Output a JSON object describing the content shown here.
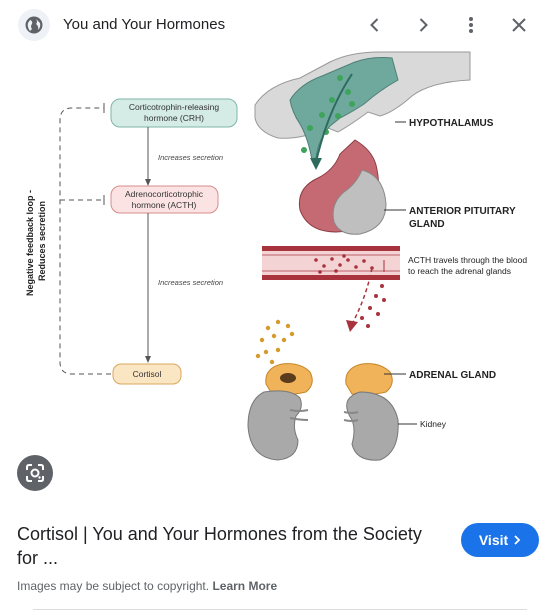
{
  "header": {
    "site_icon": "globe-icon",
    "title": "You and Your Hormones",
    "prev_icon": "chevron-left-icon",
    "next_icon": "chevron-right-icon",
    "more_icon": "more-vert-icon",
    "close_icon": "close-icon"
  },
  "diagram": {
    "crh": "Corticotrophin-releasing hormone (CRH)",
    "crh_line1": "Corticotrophin-releasing",
    "crh_line2": "hormone (CRH)",
    "acth_line1": "Adrenocorticotrophic",
    "acth_line2": "hormone (ACTH)",
    "cortisol": "Cortisol",
    "increases1": "Increases secretion",
    "increases2": "Increases secretion",
    "feedback_line1": "Negative feedback loop -",
    "feedback_line2": "Reduces secretion",
    "hypothalamus": "HYPOTHALAMUS",
    "pituitary_line1": "ANTERIOR PITUITARY",
    "pituitary_line2": "GLAND",
    "acth_travel_line1": "ACTH travels through the blood",
    "acth_travel_line2": "to reach the adrenal glands",
    "adrenal": "ADRENAL GLAND",
    "kidney": "Kidney"
  },
  "result": {
    "title": "Cortisol | You and Your Hormones from the Society for ...",
    "visit_label": "Visit",
    "copyright": "Images may be subject to copyright.",
    "learn_more": "Learn More"
  },
  "colors": {
    "accent": "#1a73e8",
    "crh_fill": "#d5ebe6",
    "acth_fill": "#fbe3e3",
    "cortisol_fill": "#fbe6c4"
  }
}
